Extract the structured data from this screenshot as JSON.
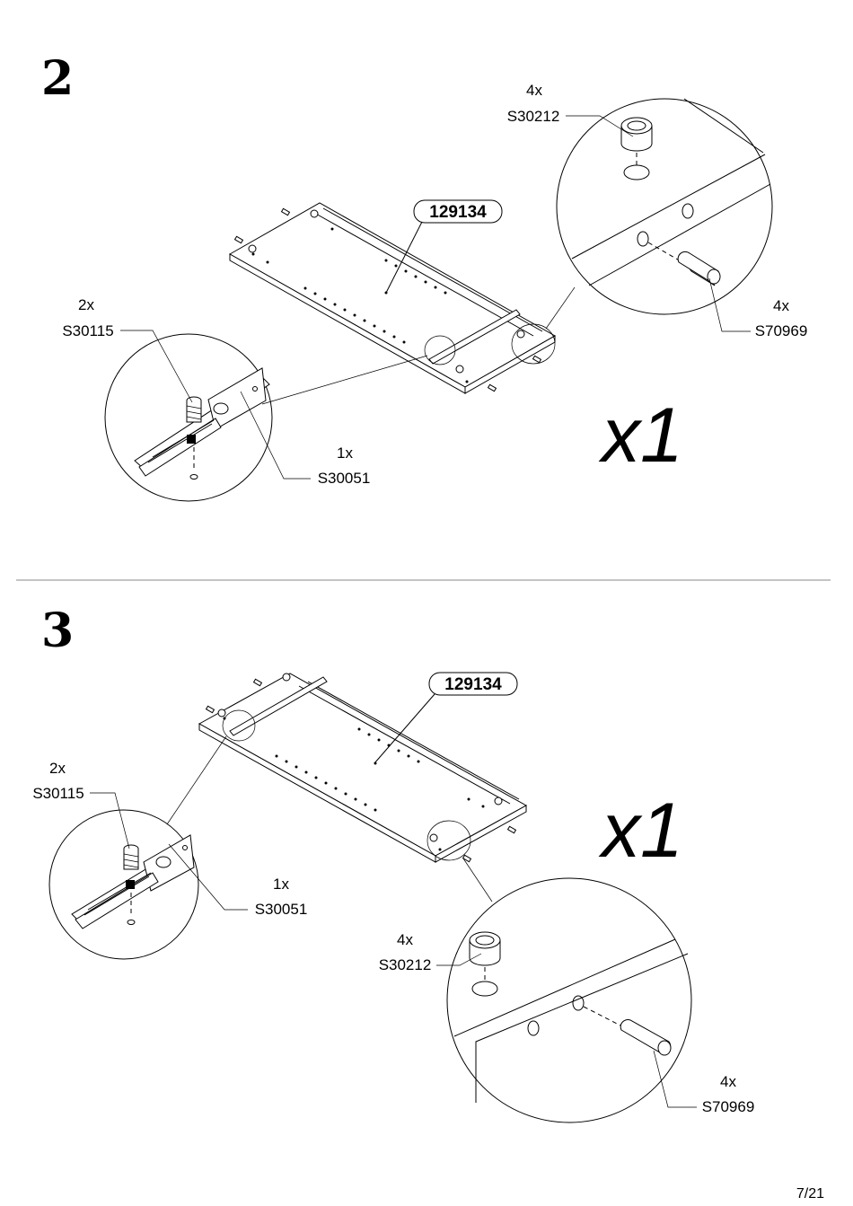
{
  "page_number": "7/21",
  "steps": [
    {
      "number": "2",
      "quantity": "x1",
      "panel_part": "129134",
      "callouts": {
        "cam_lock": {
          "qty": "4x",
          "code": "S30212"
        },
        "dowel": {
          "qty": "4x",
          "code": "S70969"
        },
        "screw": {
          "qty": "2x",
          "code": "S30115"
        },
        "runner": {
          "qty": "1x",
          "code": "S30051"
        }
      }
    },
    {
      "number": "3",
      "quantity": "x1",
      "panel_part": "129134",
      "callouts": {
        "screw": {
          "qty": "2x",
          "code": "S30115"
        },
        "runner": {
          "qty": "1x",
          "code": "S30051"
        },
        "cam_lock": {
          "qty": "4x",
          "code": "S30212"
        },
        "dowel": {
          "qty": "4x",
          "code": "S70969"
        }
      }
    }
  ]
}
